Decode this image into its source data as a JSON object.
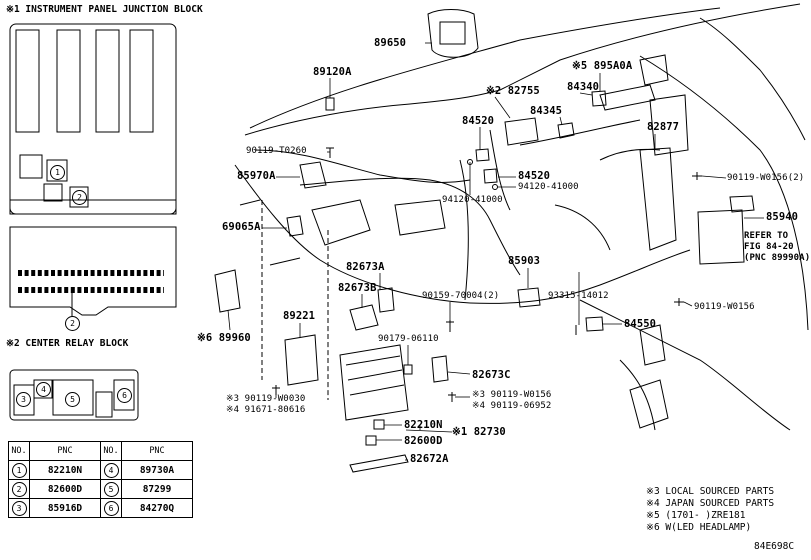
{
  "sections": {
    "ip_junction_block": "※1 INSTRUMENT PANEL JUNCTION BLOCK",
    "center_relay_block": "※2 CENTER RELAY BLOCK"
  },
  "callouts": {
    "c1": "1",
    "c2": "2",
    "c3": "3",
    "c4": "4",
    "c5": "5",
    "c6": "6"
  },
  "parts": {
    "p89650": "89650",
    "p89120A": "89120A",
    "p895A0A": "※5 895A0A",
    "p82755": "※2 82755",
    "p84340": "84340",
    "p84345": "84345",
    "p84520a": "84520",
    "p84520b": "84520",
    "p82877": "82877",
    "p90119T0260": "90119-T0260",
    "p85970A": "85970A",
    "p94120a": "94120-41000",
    "p94120b": "94120-41000",
    "p90119W0156_2": "90119-W0156(2)",
    "p85940": "85940",
    "refer1": "REFER TO",
    "refer2": "FIG 84-20",
    "refer3": "(PNC 89990A)",
    "p69065A": "69065A",
    "p82673A": "82673A",
    "p85903": "85903",
    "p82673B": "82673B",
    "p90159": "90159-70004(2)",
    "p93315": "93315-14012",
    "p90119W0156": "90119-W0156",
    "p89221": "89221",
    "p84550": "84550",
    "p89960": "※6 89960",
    "p90179": "90179-06110",
    "p82673C": "82673C",
    "p90119W0030": "※3 90119-W0030",
    "p91671": "※4 91671-80616",
    "p90119W0156_3": "※3 90119-W0156",
    "p90119_06952": "※4 90119-06952",
    "p82210N": "82210N",
    "p82730": "※1 82730",
    "p82600D": "82600D",
    "p82672A": "82672A"
  },
  "table": {
    "headers": [
      "NO.",
      "PNC",
      "NO.",
      "PNC"
    ],
    "rows": [
      {
        "no1": "1",
        "pnc1": "82210N",
        "no2": "4",
        "pnc2": "89730A"
      },
      {
        "no1": "2",
        "pnc1": "82600D",
        "no2": "5",
        "pnc2": "87299"
      },
      {
        "no1": "3",
        "pnc1": "85916D",
        "no2": "6",
        "pnc2": "84270Q"
      }
    ]
  },
  "notes": [
    "※3 LOCAL SOURCED PARTS",
    "※4 JAPAN SOURCED PARTS",
    "※5 (1701-   )ZRE181",
    "※6 W(LED HEADLAMP)"
  ],
  "figure_code": "84E698C"
}
